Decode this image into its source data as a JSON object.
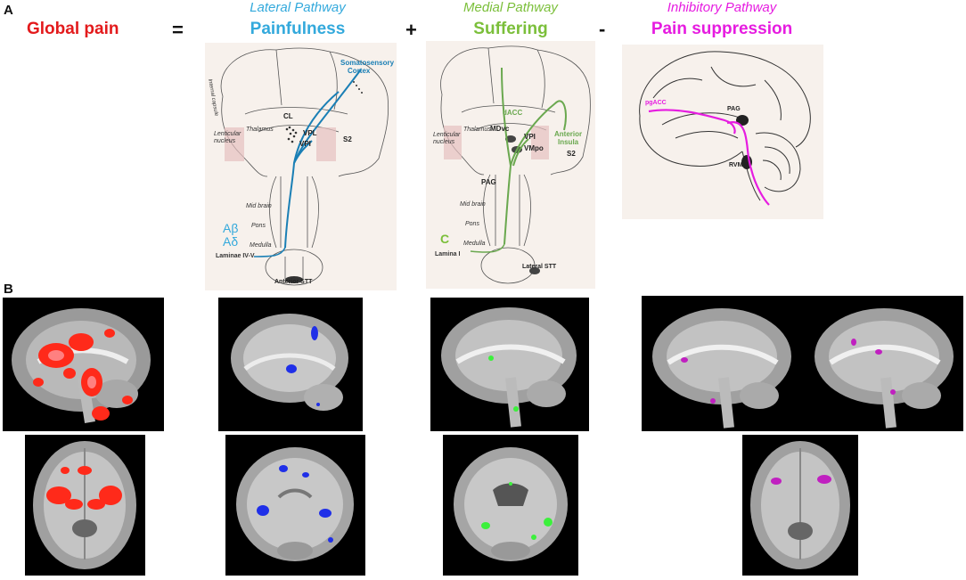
{
  "panels": {
    "a": "A",
    "b": "B"
  },
  "header": {
    "global": "Global pain",
    "equals": "=",
    "plus": "+",
    "minus": "-",
    "lateral": {
      "sub": "Lateral Pathway",
      "main": "Painfulness"
    },
    "medial": {
      "sub": "Medial Pathway",
      "main": "Suffering"
    },
    "inhibitory": {
      "sub": "Inhibitory Pathway",
      "main": "Pain suppression"
    }
  },
  "lateral_labels": {
    "somatosensory": "Somatosensory",
    "cortex": "Cortex",
    "cl": "CL",
    "vpl": "VPL",
    "vpi": "VPI",
    "s2": "S2",
    "thalamus": "Thalamus",
    "lenticular": "Lenticular",
    "nucleus": "nucleus",
    "midbrain": "Mid brain",
    "pons": "Pons",
    "medulla": "Medulla",
    "abeta": "Aβ",
    "adelta": "Aδ",
    "lamina": "Laminae IV-V",
    "stt": "Anterior STT",
    "internal": "Internal capsule"
  },
  "medial_labels": {
    "dacc": "dACC",
    "anterior": "Anterior",
    "insula": "Insula",
    "mdvc": "MDvc",
    "vpi": "VPI",
    "vmpo": "VMpo",
    "s2": "S2",
    "thalamus": "Thalamus",
    "lenticular": "Lenticular",
    "nucleus": "nucleus",
    "midbrain": "Mid brain",
    "pag": "PAG",
    "pons": "Pons",
    "medulla": "Medulla",
    "c": "C",
    "lamina": "Lamina I",
    "stt": "Lateral STT"
  },
  "inhibitory_labels": {
    "pgacc": "pgACC",
    "pag": "PAG",
    "rvm": "RVM"
  },
  "colors": {
    "global": "#e31a1c",
    "lateral": "#33a9dc",
    "lateral_path": "#1a7fb5",
    "medial": "#7bbf3a",
    "medial_path": "#6aa84f",
    "inhibitory": "#e61ce0",
    "red_activation": "#ff2a1a",
    "blue_activation": "#1f2fe8",
    "green_activation": "#3cf03c",
    "purple_activation": "#c020c0"
  }
}
